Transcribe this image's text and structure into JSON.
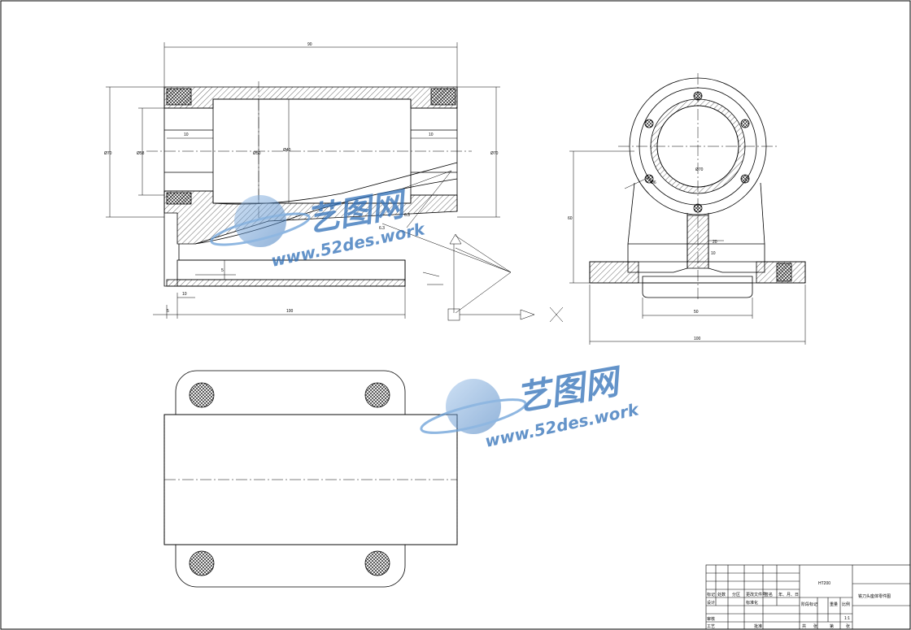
{
  "drawing": {
    "dimensions": {
      "top_overall_length": "90",
      "left_outer_height": "Ø70",
      "left_inner_height_1": "Ø58",
      "left_inner_height_2": "Ø50",
      "inner_bore_1": "Ø40",
      "inner_bore_2": "Ø70",
      "right_height": "Ø70",
      "bore_depth_left": "10",
      "bore_depth_right": "10",
      "base_offset": "5",
      "base_step": "10",
      "base_length": "100",
      "base_left_gap": "5",
      "side_height": "60",
      "side_rib_width": "20",
      "side_base_height": "10",
      "side_inner_width": "50",
      "side_total_width": "100",
      "side_center_mark": "Ø6",
      "surface_finish_1": "6.3",
      "surface_finish_2": "6.3"
    },
    "title_block": {
      "material": "HT200",
      "part_name": "铣刀头座体零件图",
      "scale": "1:1",
      "labels": {
        "mark": "标记",
        "count": "处数",
        "zone": "分区",
        "change_doc": "更改文件号",
        "signature": "签名",
        "date": "年、月、日",
        "design": "设计",
        "standardize": "标准化",
        "stage_mark": "阶段标记",
        "weight": "重量",
        "ratio": "比例",
        "review": "审核",
        "process": "工艺",
        "approve": "批准",
        "total": "共",
        "sheet": "张",
        "of": "第",
        "sheet_2": "张"
      }
    },
    "watermark": {
      "brand": "艺图网",
      "url": "www.52des.work"
    },
    "colors": {
      "line": "#000000",
      "hatch": "#000000",
      "watermark": "#2f6fb8",
      "title_green": "#1a8f2a"
    }
  }
}
